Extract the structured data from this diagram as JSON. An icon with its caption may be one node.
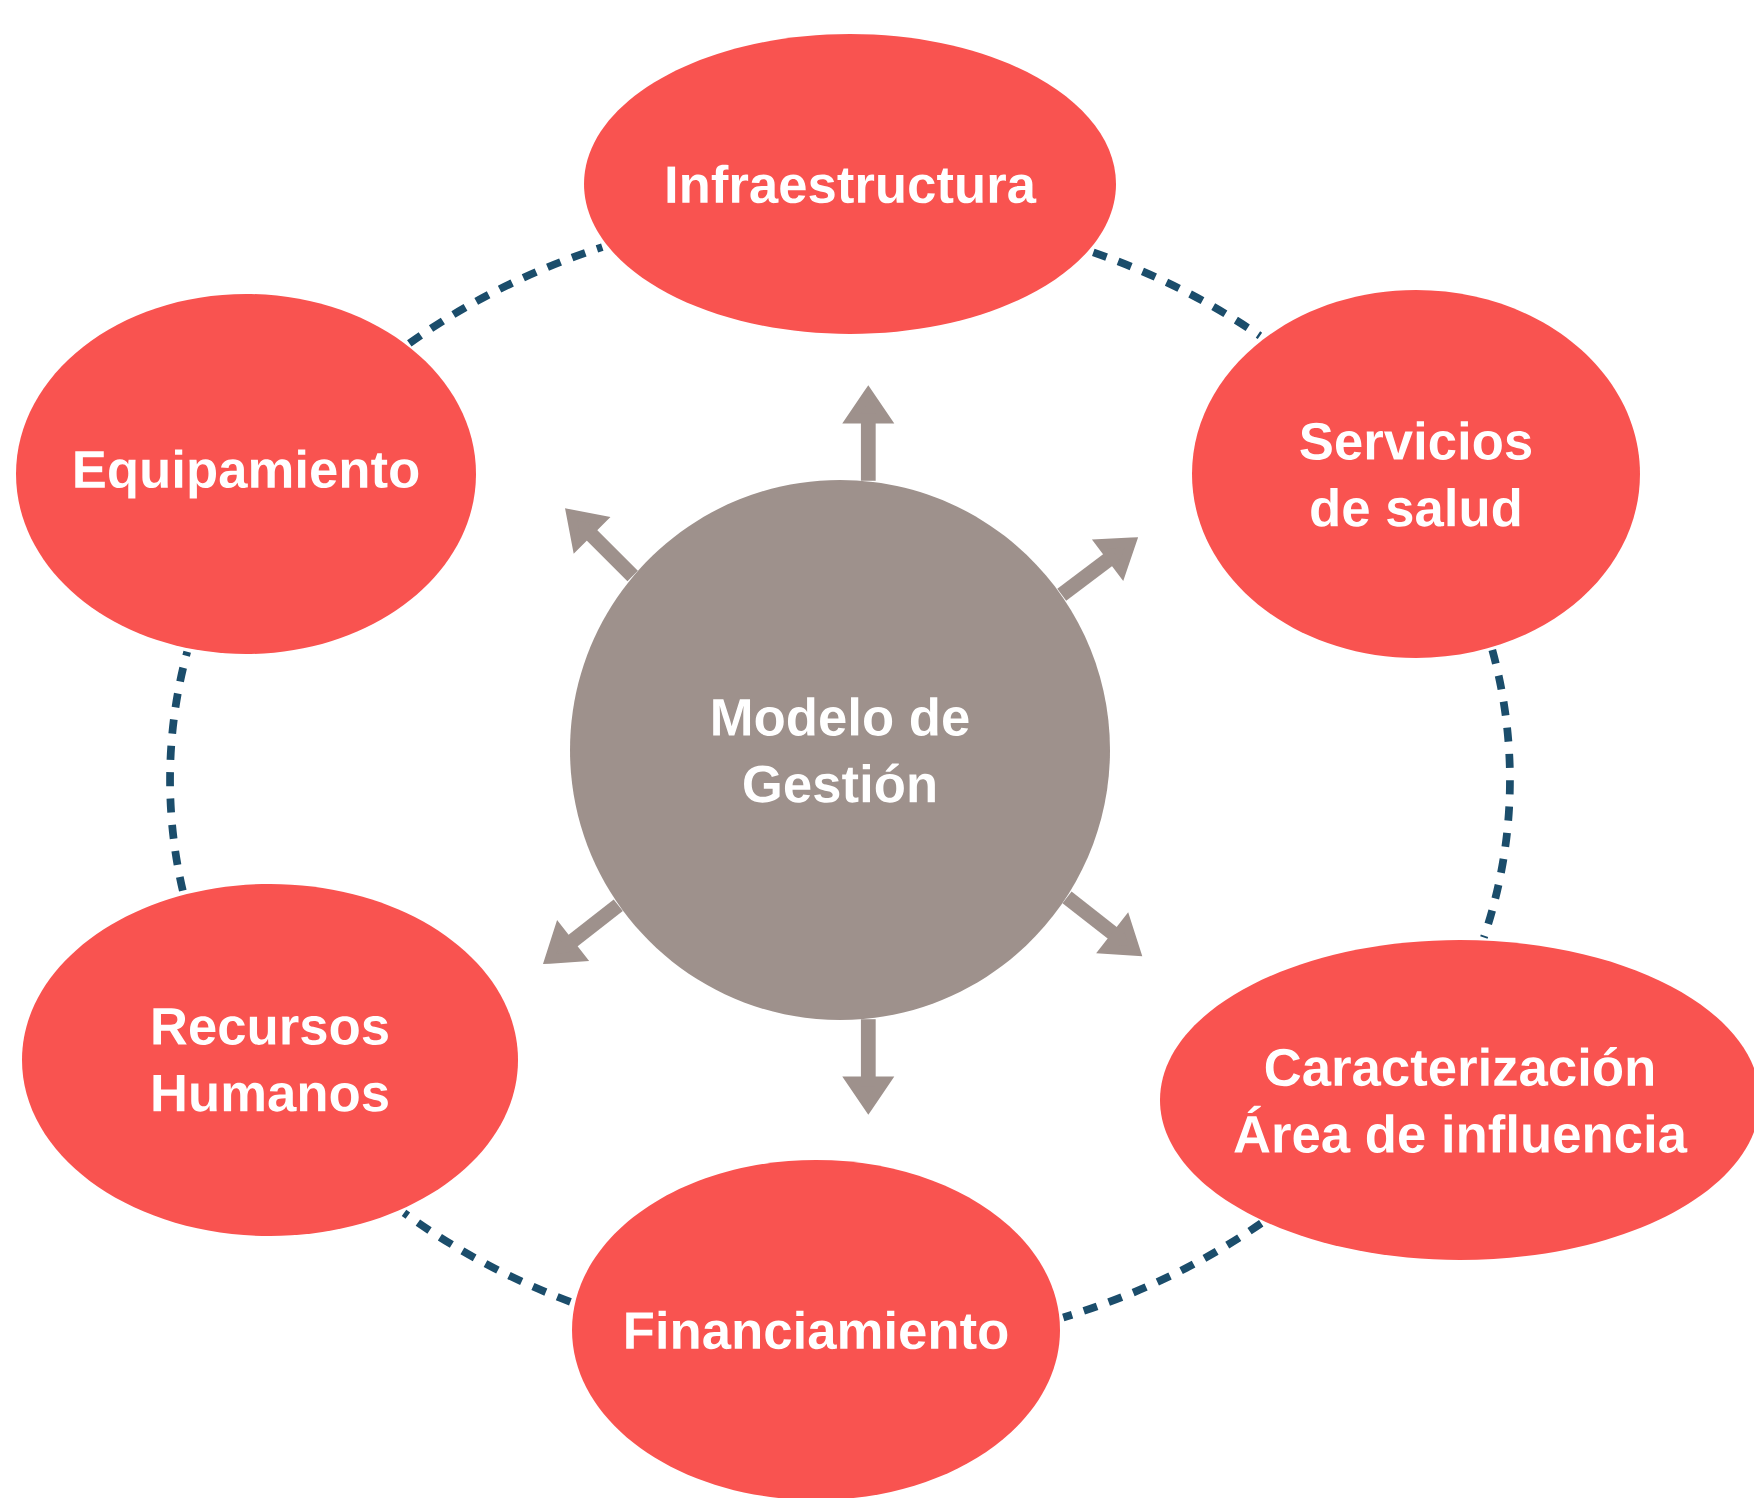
{
  "diagram": {
    "nodes": [
      {
        "text": [
          "Modelo de Gestión"
        ]
      },
      {
        "text": [
          "Infraestructura"
        ]
      },
      {
        "text": [
          "Servicios de salud"
        ]
      },
      {
        "text": [
          "Caracterización Área de influencia"
        ]
      },
      {
        "text": [
          "Financiamiento"
        ]
      },
      {
        "text": [
          "Recursos Humanos"
        ]
      },
      {
        "text": [
          "Equipamiento"
        ]
      }
    ],
    "edges": [
      {
        "from": 0,
        "to": null,
        "arrow": "to",
        "style": "thick",
        "color": "#9e918c"
      },
      {
        "from": 0,
        "to": null,
        "arrow": "to",
        "style": "thick",
        "color": "#9e918c"
      },
      {
        "from": 0,
        "to": null,
        "arrow": "to",
        "style": "thick",
        "color": "#9e918c"
      },
      {
        "from": 0,
        "to": null,
        "arrow": "to",
        "style": "thick",
        "color": "#9e918c"
      },
      {
        "from": 0,
        "to": null,
        "arrow": "to",
        "style": "thick",
        "color": "#9e918c"
      },
      {
        "from": 0,
        "to": null,
        "arrow": "to",
        "style": "thick",
        "color": "#9e918c"
      },
      {
        "from": 1,
        "to": 2,
        "arrow": "none",
        "style": "dashed",
        "color": "#1b4d6b"
      },
      {
        "from": 2,
        "to": 3,
        "arrow": "none",
        "style": "dashed",
        "color": "#1b4d6b"
      },
      {
        "from": 3,
        "to": 4,
        "arrow": "none",
        "style": "dashed",
        "color": "#1b4d6b"
      },
      {
        "from": 4,
        "to": 5,
        "arrow": "none",
        "style": "dashed",
        "color": "#1b4d6b"
      },
      {
        "from": 5,
        "to": 6,
        "arrow": "none",
        "style": "dashed",
        "color": "#1b4d6b"
      },
      {
        "from": 6,
        "to": 1,
        "arrow": "none",
        "style": "dashed",
        "color": "#1b4d6b"
      }
    ]
  }
}
